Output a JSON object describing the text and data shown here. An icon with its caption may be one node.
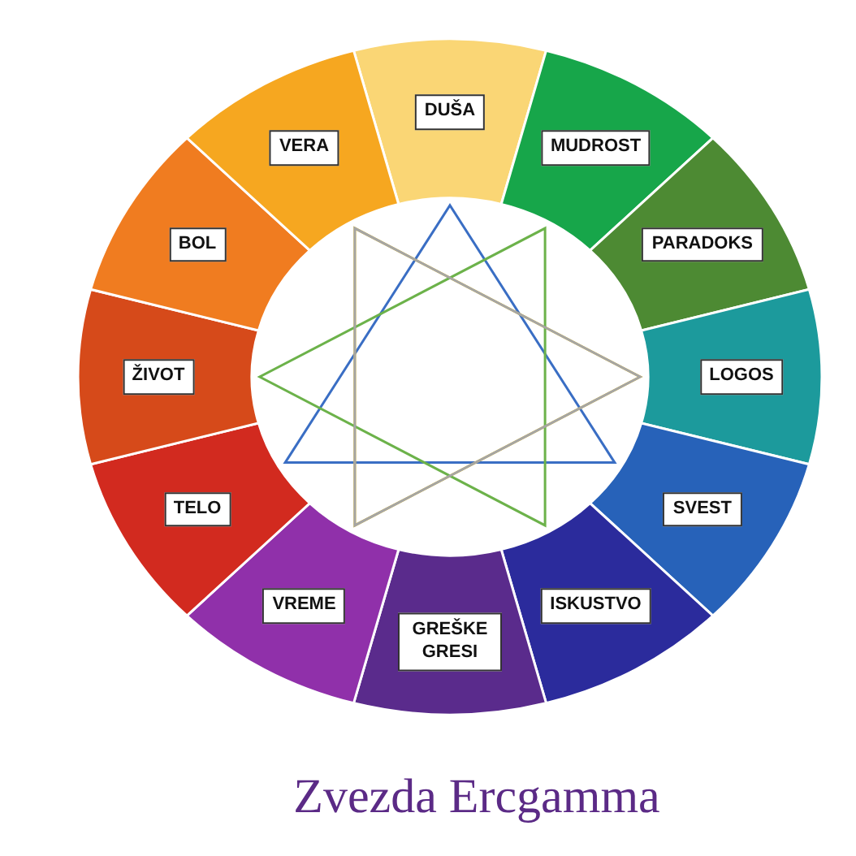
{
  "diagram": {
    "title": "Zvezda Ercgamma",
    "nodes": [
      {
        "text": [
          "DUŠA"
        ]
      },
      {
        "text": [
          "MUDROST"
        ]
      },
      {
        "text": [
          "PARADOKS"
        ]
      },
      {
        "text": [
          "LOGOS"
        ]
      },
      {
        "text": [
          "SVEST"
        ]
      },
      {
        "text": [
          "ISKUSTVO"
        ]
      },
      {
        "text": [
          "GREŠKE GRESI"
        ]
      },
      {
        "text": [
          "VREME"
        ]
      },
      {
        "text": [
          "TELO"
        ]
      },
      {
        "text": [
          "ŽIVOT"
        ]
      },
      {
        "text": [
          "BOL"
        ]
      },
      {
        "text": [
          "VERA"
        ]
      }
    ]
  }
}
